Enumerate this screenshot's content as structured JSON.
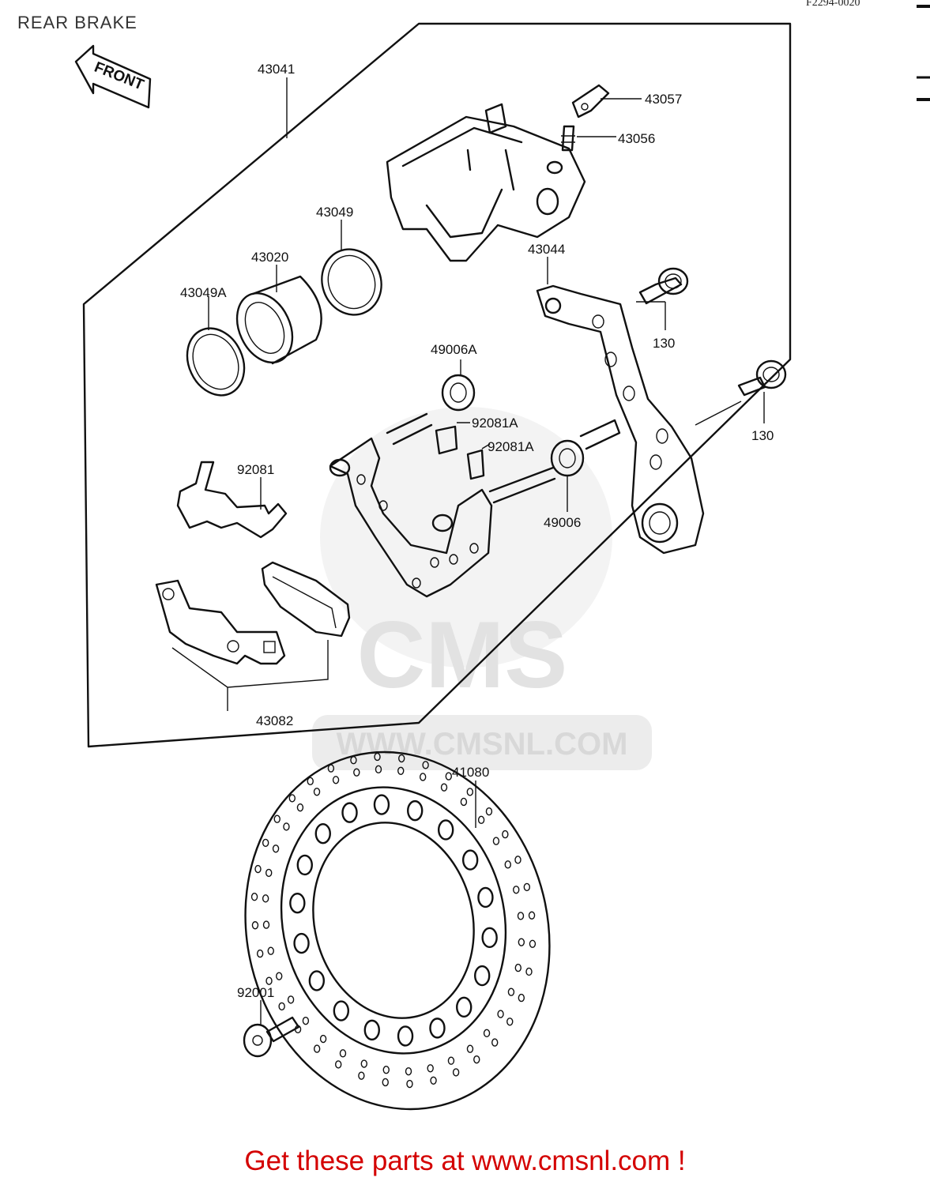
{
  "title": "REAR BRAKE",
  "figure_code": "F2294-0020",
  "front_marker": "FRONT",
  "watermark": {
    "logo": "CMS",
    "url": "WWW.CMSNL.COM"
  },
  "promo_text": "Get these parts at www.cmsnl.com !",
  "parts": {
    "caliper_assembly": "43041",
    "bleeder_cap": "43057",
    "bleeder_valve": "43056",
    "piston_seal": "43049",
    "piston": "43020",
    "dust_seal": "43049A",
    "caliper_bracket": "43044",
    "bolt_upper": "130",
    "bolt_lower": "130",
    "boot_upper": "49006A",
    "pin_clip_upper": "92081A",
    "pin_clip_lower": "92081A",
    "boot_lower": "49006",
    "pad_spring": "92081",
    "brake_pads": "43082",
    "disc": "41080",
    "disc_bolt": "92001"
  }
}
